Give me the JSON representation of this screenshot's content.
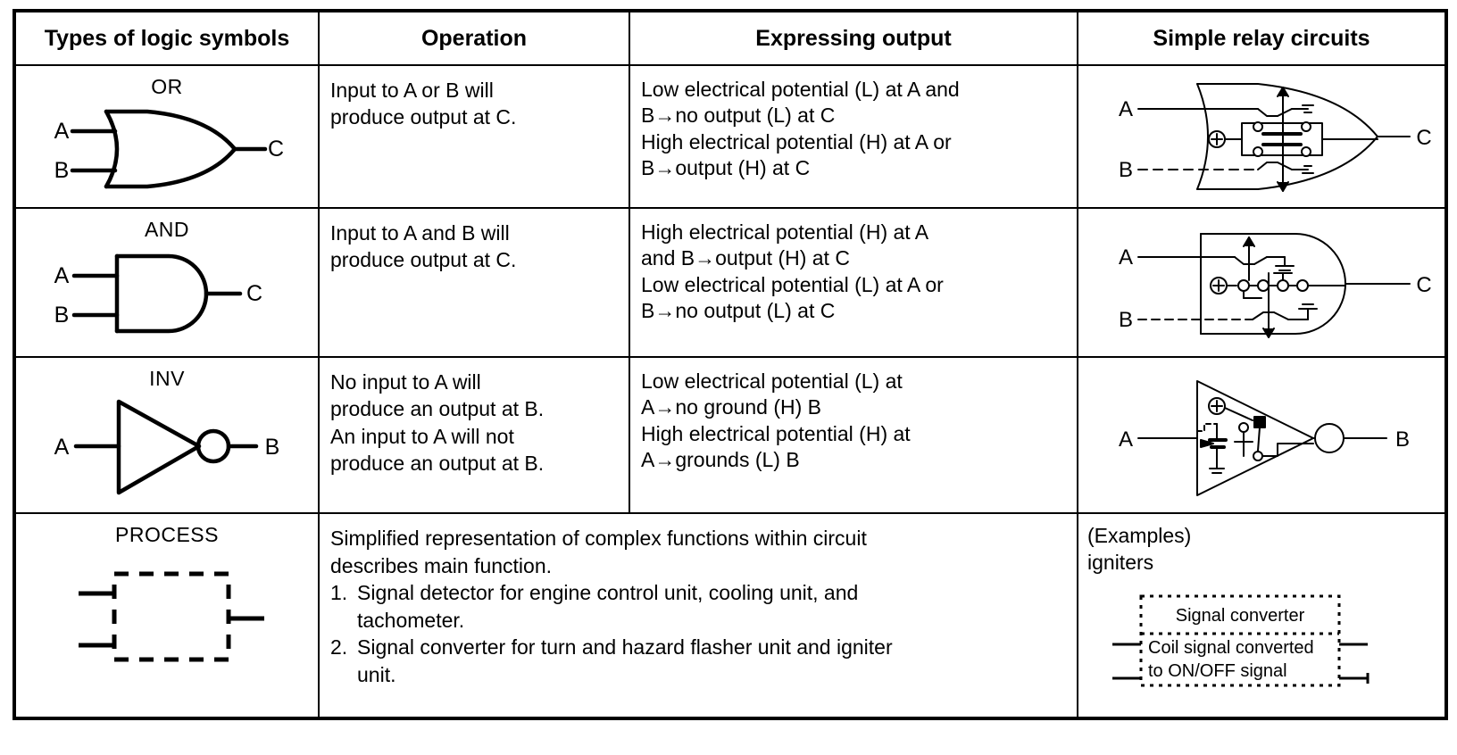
{
  "table": {
    "headers": [
      "Types of logic symbols",
      "Operation",
      "Expressing output",
      "Simple relay circuits"
    ],
    "rows": [
      {
        "symbol_name": "OR",
        "symbol_kind": "or-gate",
        "symbol_labels": {
          "input_a": "A",
          "input_b": "B",
          "output": "C"
        },
        "operation": [
          "Input to A or B will",
          "produce output at C."
        ],
        "expressing_output": [
          "Low electrical potential (L) at A and",
          "B→no output (L) at C",
          "High electrical potential (H) at A or",
          "B→output (H) at C"
        ],
        "relay": {
          "kind": "or-relay-circuit",
          "labels": {
            "input_a": "A",
            "input_b": "B",
            "output": "C"
          }
        }
      },
      {
        "symbol_name": "AND",
        "symbol_kind": "and-gate",
        "symbol_labels": {
          "input_a": "A",
          "input_b": "B",
          "output": "C"
        },
        "operation": [
          "Input to A and B will",
          "produce output at C."
        ],
        "expressing_output": [
          "High electrical potential (H) at A",
          "and B→output (H) at C",
          "Low electrical potential (L) at A or",
          "B→no output (L) at C"
        ],
        "relay": {
          "kind": "and-relay-circuit",
          "labels": {
            "input_a": "A",
            "input_b": "B",
            "output": "C"
          }
        }
      },
      {
        "symbol_name": "INV",
        "symbol_kind": "inverter-gate",
        "symbol_labels": {
          "input_a": "A",
          "output": "B"
        },
        "operation": [
          "No input to A will",
          "produce an output at B.",
          "An input to A will not",
          "produce an output at B."
        ],
        "expressing_output": [
          "Low electrical potential (L) at",
          "A→no ground (H) B",
          "High electrical potential (H) at",
          "A→grounds (L) B"
        ],
        "relay": {
          "kind": "inverter-relay-circuit",
          "labels": {
            "input_a": "A",
            "output": "B"
          }
        }
      },
      {
        "symbol_name": "PROCESS",
        "symbol_kind": "process-block",
        "description": {
          "intro": [
            "Simplified representation of complex functions within circuit",
            "describes main function."
          ],
          "items": [
            {
              "num": "1.",
              "lines": [
                "Signal detector for engine control unit, cooling unit, and",
                "tachometer."
              ]
            },
            {
              "num": "2.",
              "lines": [
                "Signal converter for turn and hazard flasher unit and igniter",
                "unit."
              ]
            }
          ]
        },
        "example": {
          "title": "(Examples)",
          "subtitle": "igniters",
          "box_top": "Signal converter",
          "box_body": [
            "Coil signal converted",
            "to ON/OFF signal"
          ]
        }
      }
    ]
  },
  "colors": {
    "ink": "#000000",
    "paper": "#ffffff"
  }
}
